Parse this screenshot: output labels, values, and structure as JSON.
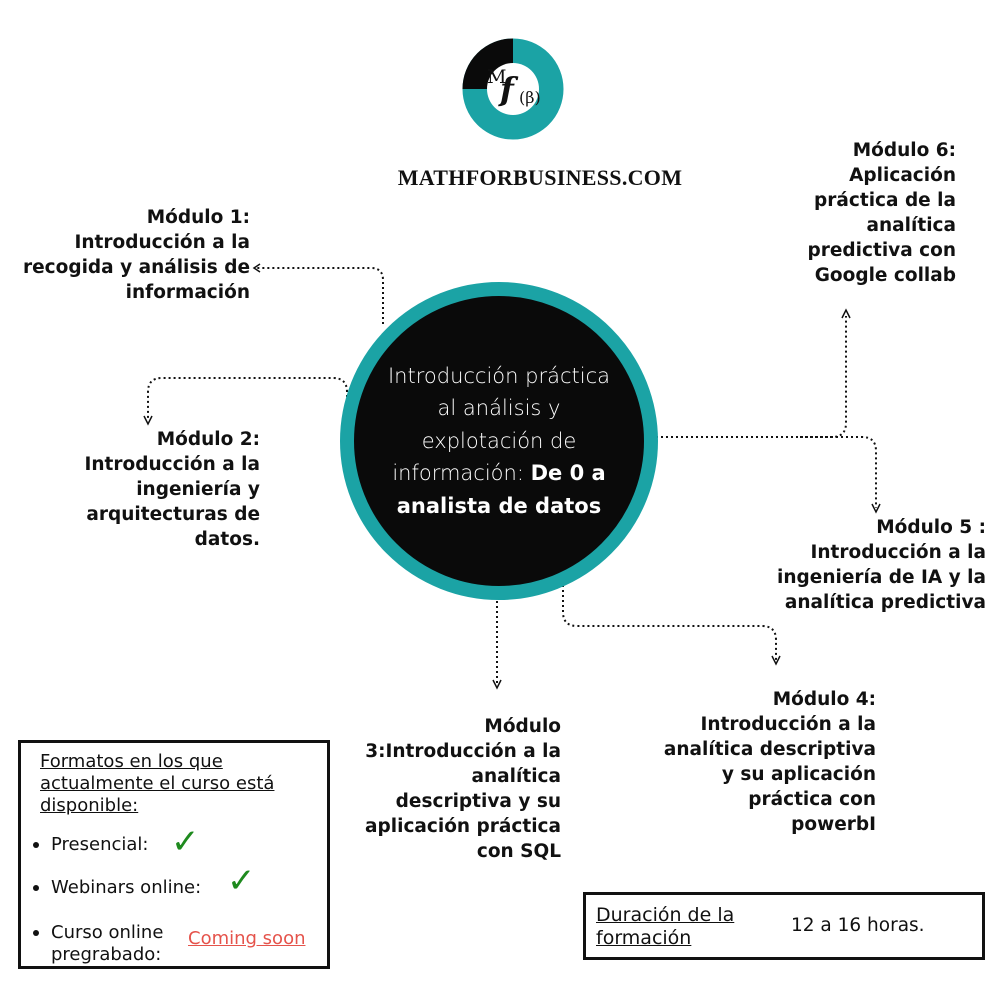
{
  "brand": {
    "logo_m": "M",
    "logo_f": "f",
    "logo_beta": "(β)",
    "site_name": "MATHFORBUSINESS.COM"
  },
  "hub": {
    "text_light": "Introducción práctica al análisis y explotación de información:",
    "text_bold": "De 0 a analista de datos"
  },
  "modules": [
    {
      "title": "Módulo 1:",
      "description": "Introducción a la recogida y análisis de información"
    },
    {
      "title": "Módulo 2:",
      "description": "Introducción a la ingeniería y arquitecturas de datos."
    },
    {
      "title": "Módulo 3:",
      "description": "Introducción a la analítica descriptiva y su aplicación práctica con SQL"
    },
    {
      "title": "Módulo 4:",
      "description": "Introducción a la analítica descriptiva y su aplicación práctica con powerbI"
    },
    {
      "title": "Módulo 5 :",
      "description": "Introducción a la ingeniería de IA y la analítica predictiva"
    },
    {
      "title": "Módulo 6:",
      "description": "Aplicación práctica de la analítica predictiva con Google collab"
    }
  ],
  "formats": {
    "title": "Formatos en los que actualmente el curso está disponible:",
    "items": [
      {
        "label": "Presencial:",
        "status_icon": "check-icon"
      },
      {
        "label": "Webinars online:",
        "status_icon": "check-icon"
      },
      {
        "label": "Curso online pregrabado:",
        "status_text": "Coming soon"
      }
    ]
  },
  "duration": {
    "label": "Duración de la formación",
    "value": "12 a 16 horas."
  },
  "colors": {
    "accent": "#1ba3a5",
    "hub_fill": "#0a0a0a",
    "check": "#1e8a1e",
    "coming_soon": "#e5534b"
  }
}
